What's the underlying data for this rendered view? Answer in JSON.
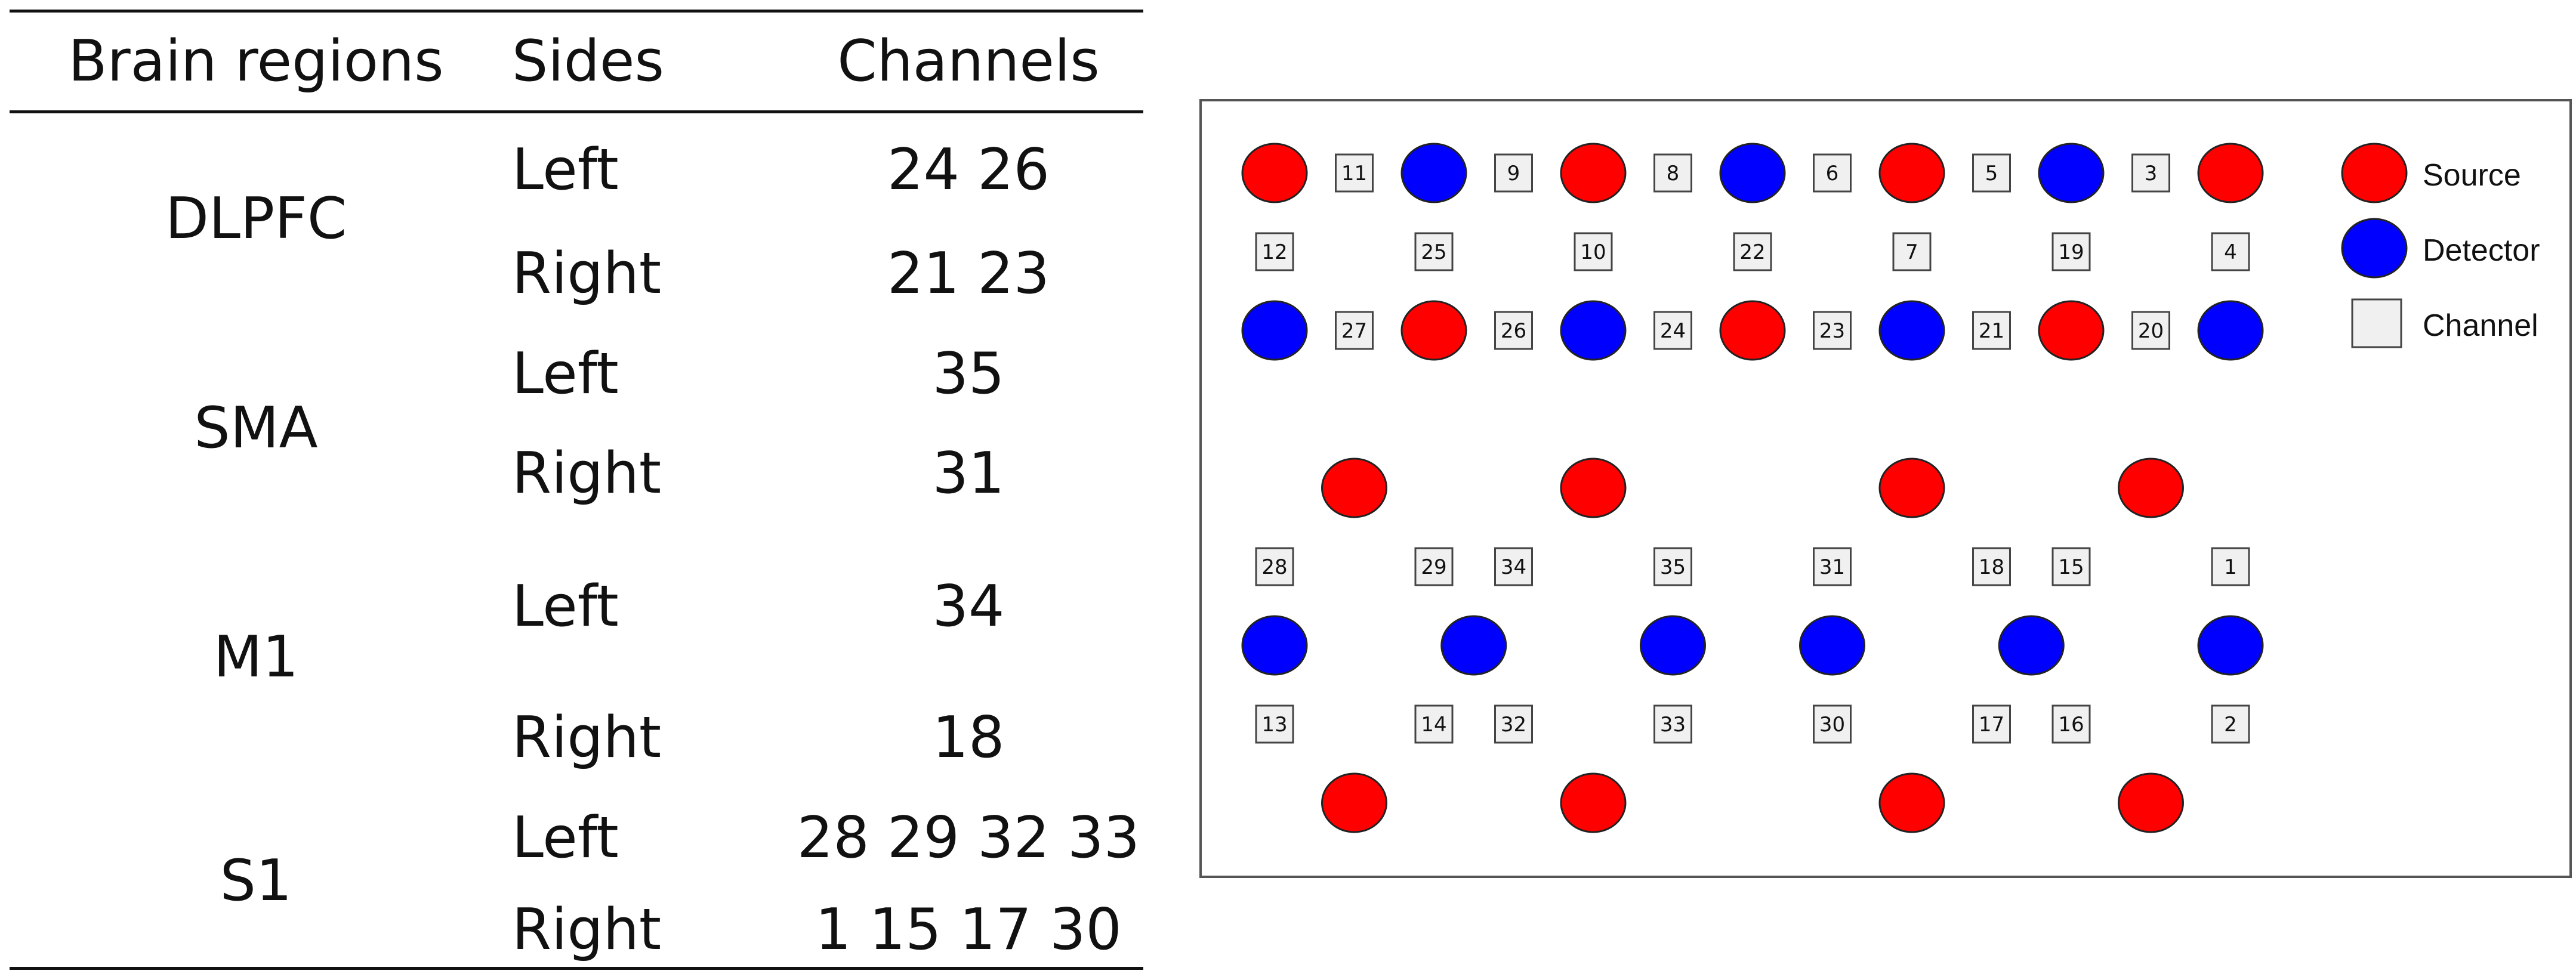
{
  "table": {
    "headers": {
      "region": "Brain regions",
      "side": "Sides",
      "channels": "Channels"
    },
    "groups": [
      {
        "region": "DLPFC",
        "rows": [
          {
            "side": "Left",
            "channels": "24 26"
          },
          {
            "side": "Right",
            "channels": "21 23"
          }
        ]
      },
      {
        "region": "SMA",
        "rows": [
          {
            "side": "Left",
            "channels": "35"
          },
          {
            "side": "Right",
            "channels": "31"
          }
        ]
      },
      {
        "region": "M1",
        "rows": [
          {
            "side": "Left",
            "channels": "34"
          },
          {
            "side": "Right",
            "channels": "18"
          }
        ]
      },
      {
        "region": "S1",
        "rows": [
          {
            "side": "Left",
            "channels": "28 29 32 33"
          },
          {
            "side": "Right",
            "channels": "1 15 17 30"
          }
        ]
      }
    ]
  },
  "montage": {
    "colors": {
      "source": "#ff0000",
      "detector": "#0000ff",
      "channel": "#f0f0f0"
    },
    "legend": {
      "source": "Source",
      "detector": "Detector",
      "channel": "Channel"
    },
    "optodes": [
      {
        "type": "source",
        "row": 0,
        "col": 0
      },
      {
        "type": "detector",
        "row": 0,
        "col": 2
      },
      {
        "type": "source",
        "row": 0,
        "col": 4
      },
      {
        "type": "detector",
        "row": 0,
        "col": 6
      },
      {
        "type": "source",
        "row": 0,
        "col": 8
      },
      {
        "type": "detector",
        "row": 0,
        "col": 10
      },
      {
        "type": "source",
        "row": 0,
        "col": 12
      },
      {
        "type": "detector",
        "row": 2,
        "col": 0
      },
      {
        "type": "source",
        "row": 2,
        "col": 2
      },
      {
        "type": "detector",
        "row": 2,
        "col": 4
      },
      {
        "type": "source",
        "row": 2,
        "col": 6
      },
      {
        "type": "detector",
        "row": 2,
        "col": 8
      },
      {
        "type": "source",
        "row": 2,
        "col": 10
      },
      {
        "type": "detector",
        "row": 2,
        "col": 12
      },
      {
        "type": "source",
        "row": 4,
        "col": 1
      },
      {
        "type": "source",
        "row": 4,
        "col": 4
      },
      {
        "type": "source",
        "row": 4,
        "col": 8
      },
      {
        "type": "source",
        "row": 4,
        "col": 11
      },
      {
        "type": "detector",
        "row": 6,
        "col": 0
      },
      {
        "type": "detector",
        "row": 6,
        "col": 2.5
      },
      {
        "type": "detector",
        "row": 6,
        "col": 5
      },
      {
        "type": "detector",
        "row": 6,
        "col": 7
      },
      {
        "type": "detector",
        "row": 6,
        "col": 9.5
      },
      {
        "type": "detector",
        "row": 6,
        "col": 12
      },
      {
        "type": "source",
        "row": 8,
        "col": 1
      },
      {
        "type": "source",
        "row": 8,
        "col": 4
      },
      {
        "type": "source",
        "row": 8,
        "col": 8
      },
      {
        "type": "source",
        "row": 8,
        "col": 11
      }
    ],
    "channels": [
      {
        "label": "11",
        "row": 0,
        "col": 1
      },
      {
        "label": "9",
        "row": 0,
        "col": 3
      },
      {
        "label": "8",
        "row": 0,
        "col": 5
      },
      {
        "label": "6",
        "row": 0,
        "col": 7
      },
      {
        "label": "5",
        "row": 0,
        "col": 9
      },
      {
        "label": "3",
        "row": 0,
        "col": 11
      },
      {
        "label": "12",
        "row": 1,
        "col": 0
      },
      {
        "label": "25",
        "row": 1,
        "col": 2
      },
      {
        "label": "10",
        "row": 1,
        "col": 4
      },
      {
        "label": "22",
        "row": 1,
        "col": 6
      },
      {
        "label": "7",
        "row": 1,
        "col": 8
      },
      {
        "label": "19",
        "row": 1,
        "col": 10
      },
      {
        "label": "4",
        "row": 1,
        "col": 12
      },
      {
        "label": "27",
        "row": 2,
        "col": 1
      },
      {
        "label": "26",
        "row": 2,
        "col": 3
      },
      {
        "label": "24",
        "row": 2,
        "col": 5
      },
      {
        "label": "23",
        "row": 2,
        "col": 7
      },
      {
        "label": "21",
        "row": 2,
        "col": 9
      },
      {
        "label": "20",
        "row": 2,
        "col": 11
      },
      {
        "label": "28",
        "row": 5,
        "col": 0
      },
      {
        "label": "29",
        "row": 5,
        "col": 2
      },
      {
        "label": "34",
        "row": 5,
        "col": 3
      },
      {
        "label": "35",
        "row": 5,
        "col": 5
      },
      {
        "label": "31",
        "row": 5,
        "col": 7
      },
      {
        "label": "18",
        "row": 5,
        "col": 9
      },
      {
        "label": "15",
        "row": 5,
        "col": 10
      },
      {
        "label": "1",
        "row": 5,
        "col": 12
      },
      {
        "label": "13",
        "row": 7,
        "col": 0
      },
      {
        "label": "14",
        "row": 7,
        "col": 2
      },
      {
        "label": "32",
        "row": 7,
        "col": 3
      },
      {
        "label": "33",
        "row": 7,
        "col": 5
      },
      {
        "label": "30",
        "row": 7,
        "col": 7
      },
      {
        "label": "17",
        "row": 7,
        "col": 9
      },
      {
        "label": "16",
        "row": 7,
        "col": 10
      },
      {
        "label": "2",
        "row": 7,
        "col": 12
      }
    ]
  }
}
